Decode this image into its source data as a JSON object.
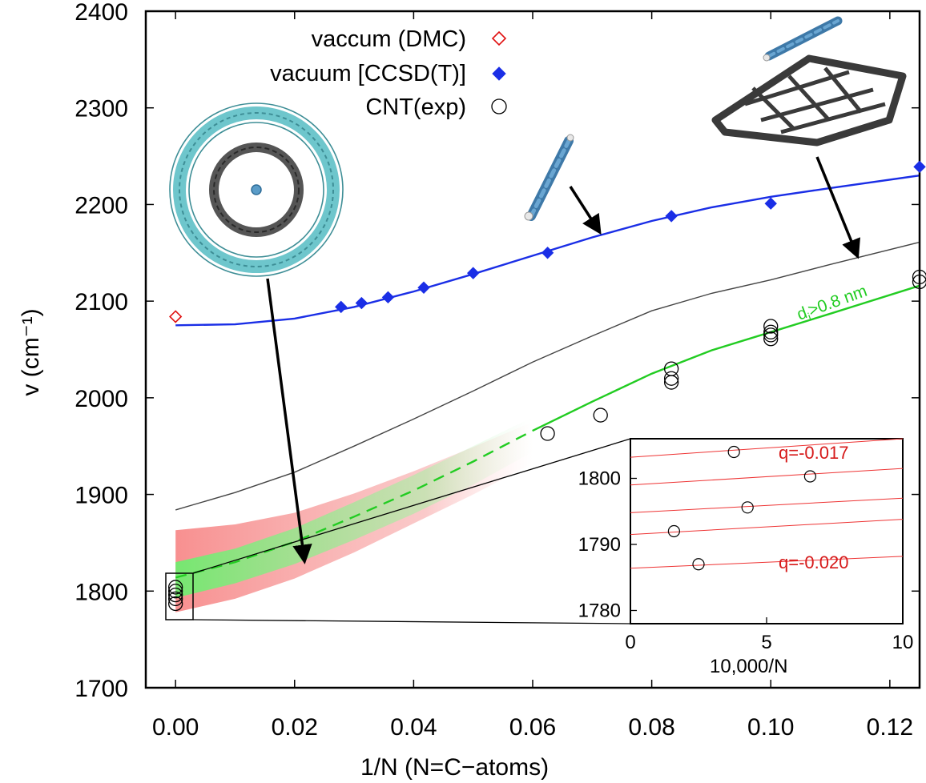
{
  "chart_data": {
    "type": "scatter",
    "xlabel": "1/N (N=C−atoms)",
    "ylabel": "v (cm⁻¹)",
    "xlim": [
      -0.005,
      0.125
    ],
    "ylim": [
      1700,
      2400
    ],
    "xticks": [
      "0.00",
      "0.02",
      "0.04",
      "0.06",
      "0.08",
      "0.10",
      "0.12"
    ],
    "yticks": [
      "1700",
      "1800",
      "1900",
      "2000",
      "2100",
      "2200",
      "2300",
      "2400"
    ],
    "grid": false,
    "legend_position": "top-center",
    "legend": [
      {
        "label": "vaccum (DMC)",
        "marker": "open-diamond",
        "color": "#e01010"
      },
      {
        "label": "vacuum [CCSD(T)]",
        "marker": "filled-diamond",
        "color": "#1a2ee6"
      },
      {
        "label": "CNT(exp)",
        "marker": "open-circle",
        "color": "#000000"
      }
    ],
    "series": [
      {
        "name": "vaccum (DMC)",
        "marker": "open-diamond",
        "color": "#e01010",
        "x": [
          0.0
        ],
        "y": [
          2084
        ]
      },
      {
        "name": "vacuum [CCSD(T)]",
        "marker": "filled-diamond",
        "color": "#1a2ee6",
        "x": [
          0.0278,
          0.03125,
          0.0357,
          0.0417,
          0.05,
          0.0625,
          0.0833,
          0.1,
          0.125
        ],
        "y": [
          2094,
          2098,
          2104,
          2114,
          2129,
          2150,
          2188,
          2201,
          2239
        ]
      },
      {
        "name": "CNT(exp)",
        "marker": "open-circle",
        "color": "#000000",
        "x": [
          0.0,
          0.0,
          0.0,
          0.0,
          0.0,
          0.0625,
          0.0714,
          0.0833,
          0.0833,
          0.0833,
          0.1,
          0.1,
          0.1,
          0.1,
          0.125,
          0.125
        ],
        "y": [
          1804,
          1800,
          1796,
          1792,
          1787,
          1963,
          1982,
          2016,
          2020,
          2030,
          2061,
          2065,
          2068,
          2074,
          2120,
          2125
        ]
      }
    ],
    "lines": [
      {
        "style": "solid",
        "color": "#1a2ee6",
        "x": [
          0.0,
          0.01,
          0.02,
          0.03,
          0.04,
          0.05,
          0.06,
          0.07,
          0.08,
          0.09,
          0.1,
          0.11,
          0.125
        ],
        "y": [
          2075,
          2076,
          2082,
          2094,
          2110,
          2128,
          2147,
          2166,
          2183,
          2197,
          2208,
          2217,
          2230
        ]
      },
      {
        "style": "solid",
        "color": "#444444",
        "x": [
          0.0,
          0.01,
          0.02,
          0.03,
          0.04,
          0.05,
          0.06,
          0.07,
          0.08,
          0.09,
          0.1,
          0.11,
          0.125
        ],
        "y": [
          1884,
          1902,
          1923,
          1950,
          1978,
          2007,
          2037,
          2064,
          2090,
          2108,
          2122,
          2138,
          2161
        ]
      },
      {
        "style": "dashed",
        "color": "#22cc22",
        "x": [
          0.0,
          0.01,
          0.02,
          0.03,
          0.04,
          0.05,
          0.06
        ],
        "y": [
          1814,
          1830,
          1851,
          1877,
          1904,
          1934,
          1966
        ]
      },
      {
        "style": "solid",
        "color": "#22cc22",
        "x": [
          0.06,
          0.07,
          0.08,
          0.09,
          0.1,
          0.11,
          0.125
        ],
        "y": [
          1966,
          1996,
          2025,
          2049,
          2068,
          2087,
          2116
        ]
      }
    ],
    "bands": [
      {
        "color": "#f7a0a0",
        "x": [
          0.0,
          0.01,
          0.02,
          0.03,
          0.04,
          0.05,
          0.06
        ],
        "y_low": [
          1778,
          1792,
          1813,
          1840,
          1870,
          1900,
          1932
        ],
        "y_high": [
          1863,
          1869,
          1881,
          1901,
          1924,
          1949,
          1975
        ]
      },
      {
        "color": "#86ee86",
        "x": [
          0.0,
          0.01,
          0.02,
          0.03,
          0.04,
          0.05,
          0.06
        ],
        "y_low": [
          1793,
          1808,
          1828,
          1853,
          1880,
          1910,
          1944
        ],
        "y_high": [
          1830,
          1844,
          1865,
          1892,
          1920,
          1950,
          1980
        ]
      }
    ],
    "annotations": [
      {
        "text": "d",
        "subscript": "i",
        "suffix": ">0.8 nm",
        "color": "#22cc22",
        "x": 0.104,
        "y": 2095
      }
    ],
    "inset": {
      "xlabel": "10,000/N",
      "xlim": [
        0,
        10
      ],
      "ylim": [
        1778,
        1806
      ],
      "xticks": [
        "0",
        "5",
        "10"
      ],
      "yticks": [
        "1780",
        "1790",
        "1800"
      ],
      "points": {
        "marker": "open-circle",
        "color": "#000000",
        "x": [
          3.8,
          6.6,
          4.3,
          1.6,
          2.5
        ],
        "y": [
          1804,
          1800.3,
          1795.6,
          1792,
          1787
        ]
      },
      "fit_lines": {
        "color": "#ee3333",
        "x": [
          0,
          10
        ],
        "y_start": [
          1803.2,
          1799,
          1794.8,
          1791.5,
          1786.4
        ],
        "y_end": [
          1806,
          1801.5,
          1797,
          1793.8,
          1788.2
        ]
      },
      "labels": [
        {
          "text": "q=-0.017",
          "color": "#d61a1a"
        },
        {
          "text": "q=-0.020",
          "color": "#d61a1a"
        }
      ]
    }
  }
}
